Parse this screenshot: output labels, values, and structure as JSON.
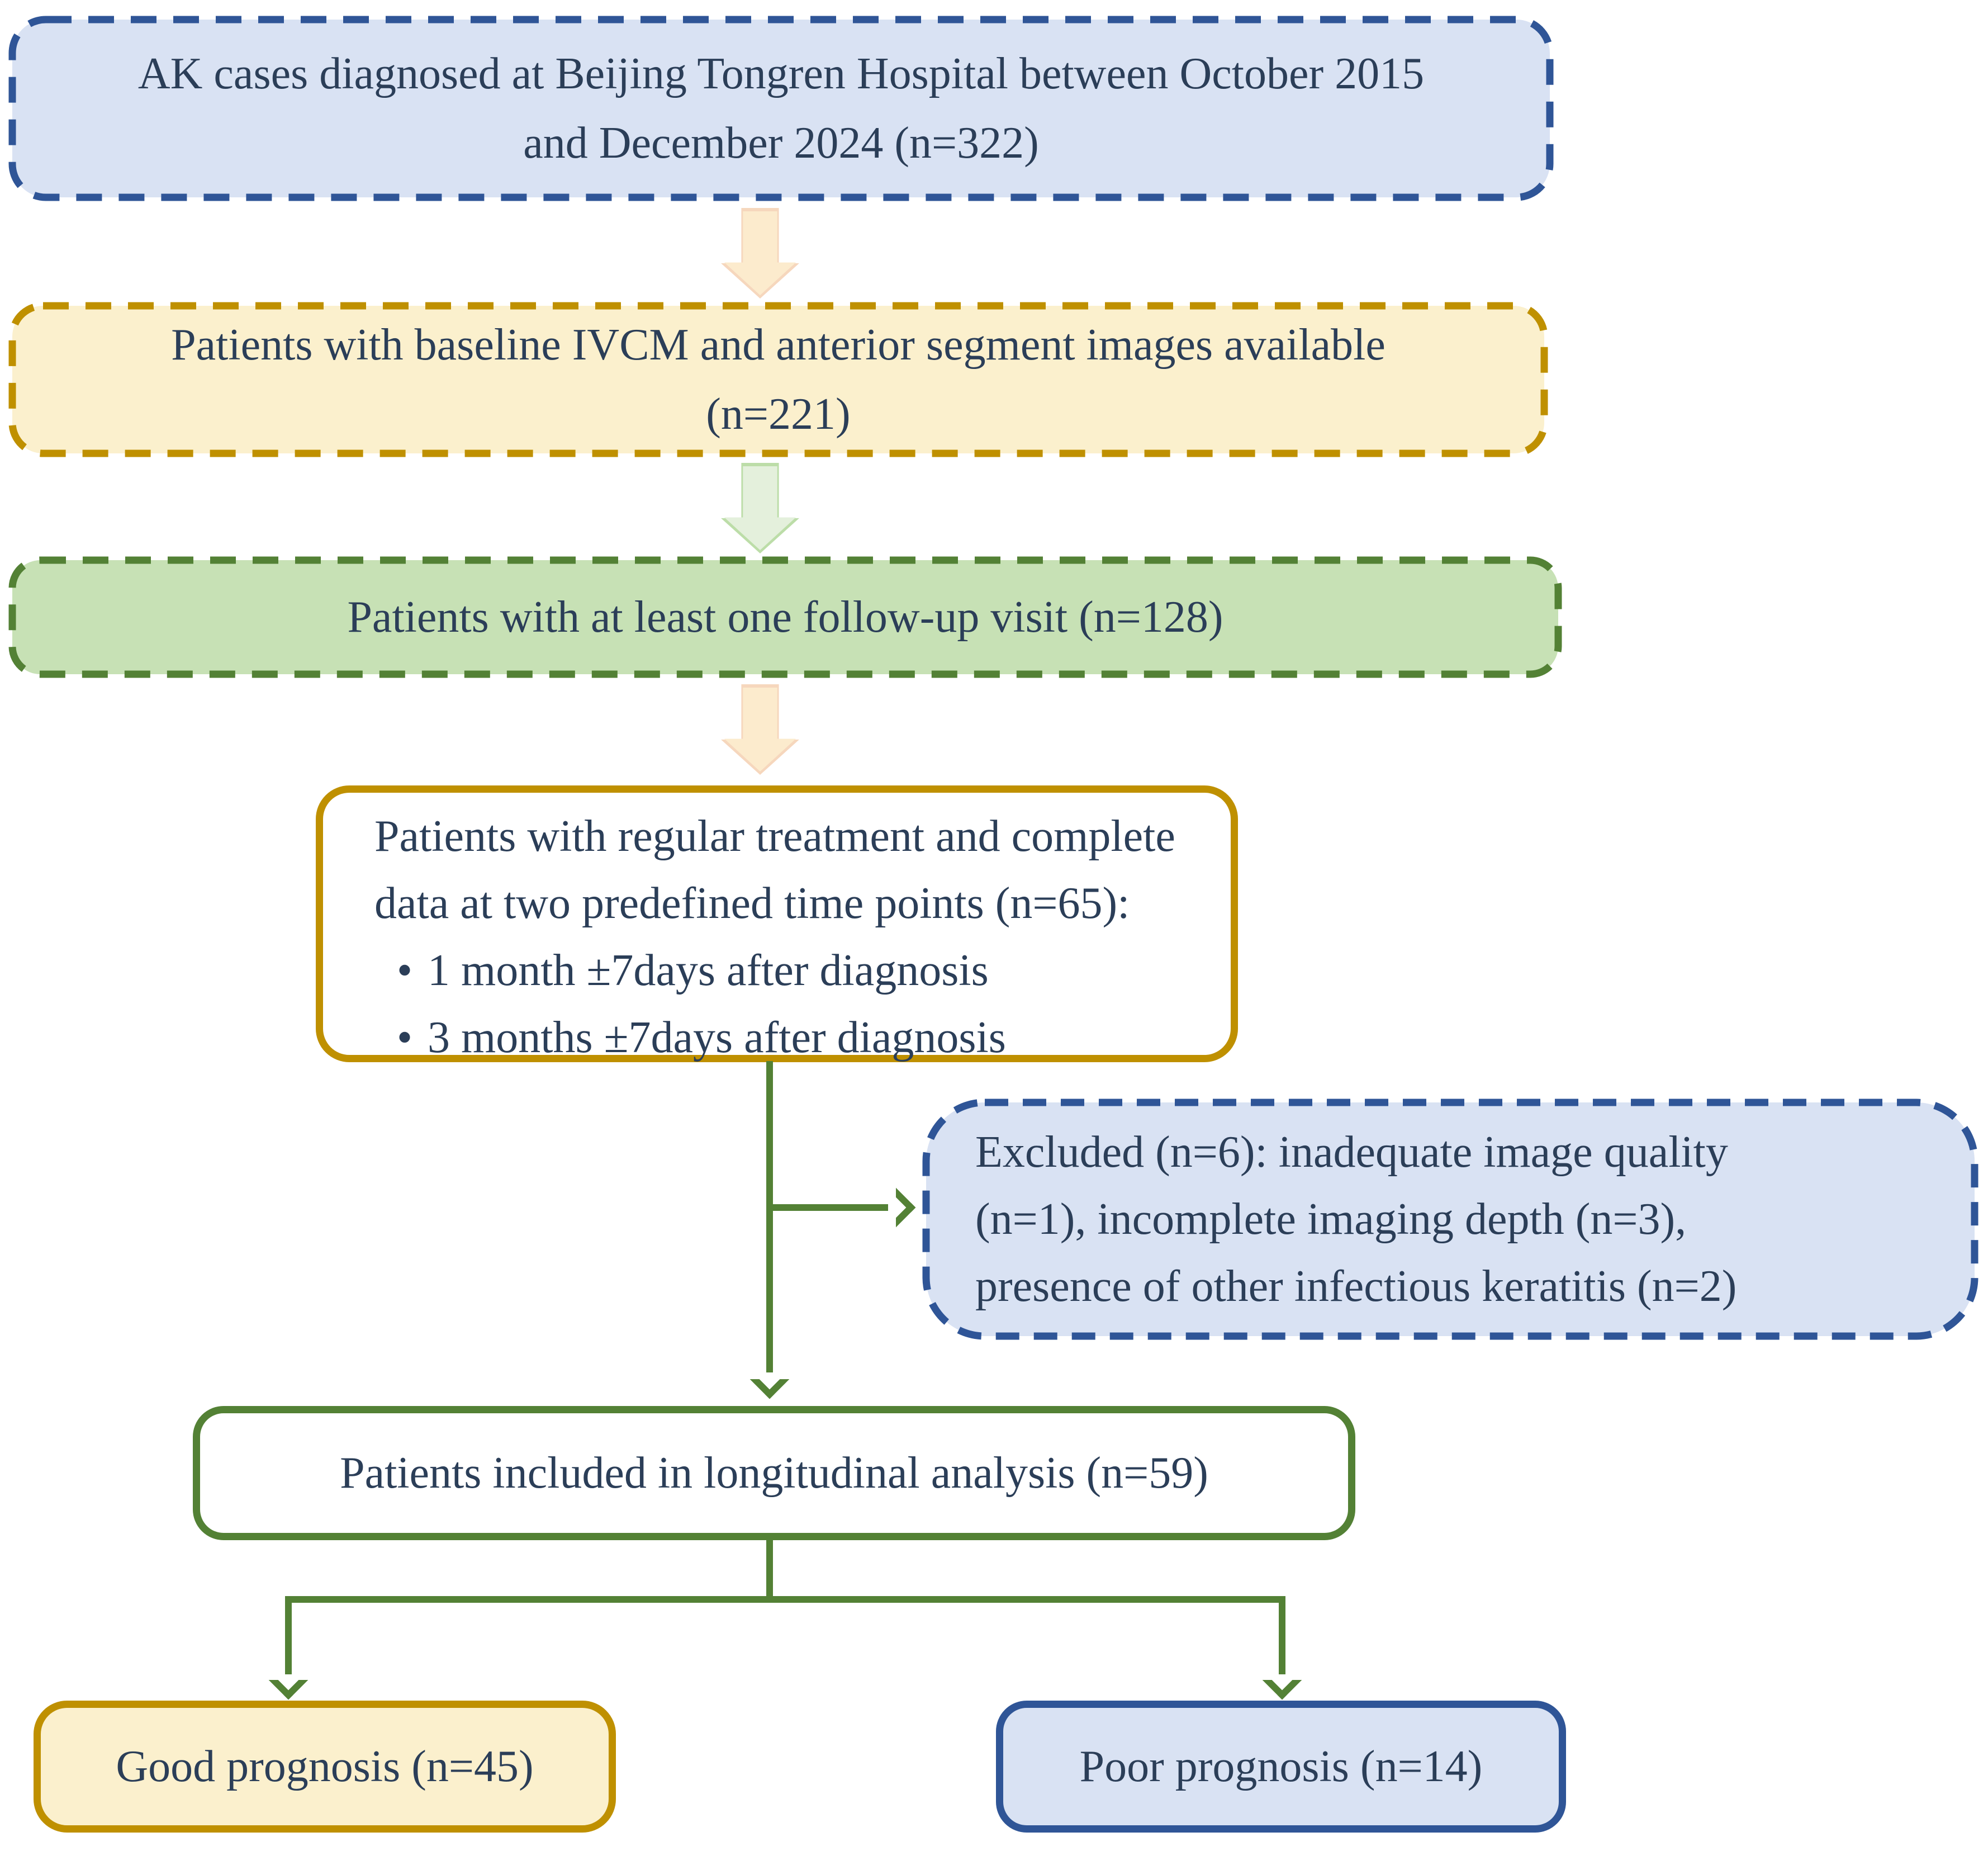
{
  "colors": {
    "navy_border": "#2F5597",
    "blue_fill": "#D9E2F3",
    "gold_border": "#BF9000",
    "cream_fill": "#FBF0CD",
    "green_border": "#538135",
    "green_fill": "#C7E1B5",
    "white_fill": "#FFFFFF",
    "text": "#2B3E58",
    "arrow_cream_fill": "#FCEBCD",
    "arrow_cream_edge": "#F6D7BD",
    "arrow_green_fill": "#E4F0DC",
    "arrow_green_edge": "#BCDDA8",
    "connector_green": "#538135"
  },
  "boxes": {
    "ak_cases": {
      "text": "AK cases diagnosed at Beijing Tongren Hospital between October 2015\nand December 2024 (n=322)"
    },
    "baseline": {
      "text": "Patients with baseline IVCM and anterior segment images available\n(n=221)"
    },
    "followup": {
      "text": "Patients with at least one follow-up visit (n=128)"
    },
    "regular_treatment": {
      "intro": "Patients with regular treatment and complete\ndata at two predefined time points (n=65):",
      "bullet_char": "•",
      "bullets": [
        "1 month ±7days after diagnosis",
        "3 months ±7days after diagnosis"
      ]
    },
    "excluded": {
      "text": "Excluded (n=6): inadequate image quality\n(n=1), incomplete imaging depth (n=3),\npresence of other infectious keratitis (n=2)"
    },
    "included": {
      "text": "Patients included in longitudinal analysis (n=59)"
    },
    "good_prognosis": {
      "text": "Good prognosis (n=45)"
    },
    "poor_prognosis": {
      "text": "Poor prognosis (n=14)"
    }
  }
}
